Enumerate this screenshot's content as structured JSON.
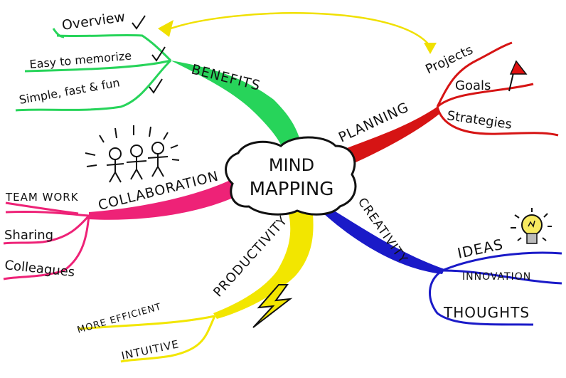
{
  "center": {
    "line1": "MIND",
    "line2": "MAPPING"
  },
  "branches": {
    "benefits": {
      "label": "BENEFITS",
      "color": "#27d45a",
      "items": [
        "Overview",
        "Easy to memorize",
        "Simple, fast & fun"
      ],
      "checkmarks": "check-icon"
    },
    "planning": {
      "label": "PLANNING",
      "color": "#d61414",
      "items": [
        "Projects",
        "Goals",
        "Strategies"
      ],
      "icon": "red-flag-icon"
    },
    "creativity": {
      "label": "CREATIVITY",
      "color": "#1a1ac8",
      "items": [
        "IDEAS",
        "INNOVATION",
        "THOUGHTS"
      ],
      "icon": "lightbulb-icon"
    },
    "productivity": {
      "label": "PRODUCTIVITY",
      "color": "#f2e600",
      "items": [
        "MORE EFFICIENT",
        "INTUITIVE"
      ],
      "icon": "lightning-bolt-icon"
    },
    "collaboration": {
      "label": "COLLABORATION",
      "color": "#ee2277",
      "items": [
        "TEAM WORK",
        "Sharing",
        "Colleagues"
      ],
      "icon": "stick-figures-icon"
    }
  },
  "connector": {
    "color": "#f0e000",
    "icon": "arrow-icon"
  }
}
